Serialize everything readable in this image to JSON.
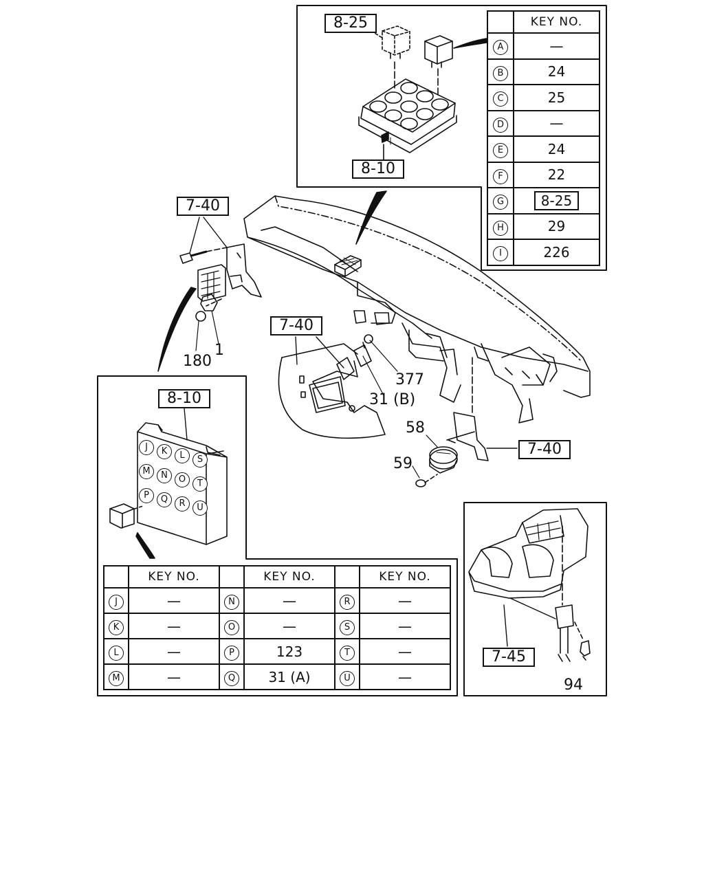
{
  "top_panel": {
    "relay_label": "8-25",
    "block_label": "8-10",
    "table": {
      "header": "KEY NO.",
      "rows": [
        {
          "key": "A",
          "value": "—"
        },
        {
          "key": "B",
          "value": "24"
        },
        {
          "key": "C",
          "value": "25"
        },
        {
          "key": "D",
          "value": "—"
        },
        {
          "key": "E",
          "value": "24"
        },
        {
          "key": "F",
          "value": "22"
        },
        {
          "key": "G",
          "value": "8-25"
        },
        {
          "key": "H",
          "value": "29"
        },
        {
          "key": "I",
          "value": "226"
        }
      ]
    }
  },
  "main": {
    "ref_left": "7-40",
    "ref_center": "7-40",
    "ref_right": "7-40",
    "callouts": {
      "c180": "180",
      "c1": "1",
      "c377": "377",
      "c31b": "31 (B)",
      "c58": "58",
      "c59": "59"
    }
  },
  "bottom_left_panel": {
    "block_label": "8-10",
    "grid_letters": [
      "J",
      "K",
      "L",
      "S",
      "M",
      "N",
      "O",
      "T",
      "P",
      "Q",
      "R",
      "U"
    ],
    "table": {
      "header": "KEY NO.",
      "rows": [
        [
          {
            "key": "J",
            "value": "—"
          },
          {
            "key": "N",
            "value": "—"
          },
          {
            "key": "R",
            "value": "—"
          }
        ],
        [
          {
            "key": "K",
            "value": "—"
          },
          {
            "key": "O",
            "value": "—"
          },
          {
            "key": "S",
            "value": "—"
          }
        ],
        [
          {
            "key": "L",
            "value": "—"
          },
          {
            "key": "P",
            "value": "123"
          },
          {
            "key": "T",
            "value": "—"
          }
        ],
        [
          {
            "key": "M",
            "value": "—"
          },
          {
            "key": "Q",
            "value": "31 (A)"
          },
          {
            "key": "U",
            "value": "—"
          }
        ]
      ]
    }
  },
  "bottom_right_panel": {
    "ref_label": "7-45",
    "callout_94": "94"
  }
}
